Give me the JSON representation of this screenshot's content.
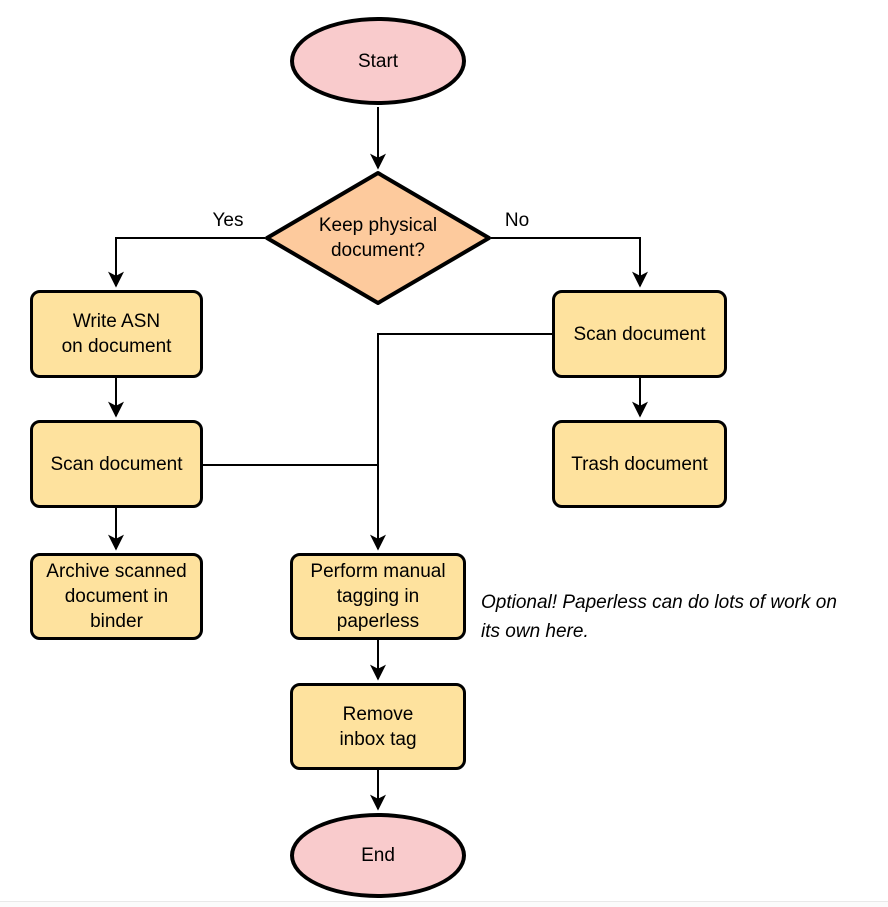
{
  "diagram": {
    "type": "flowchart",
    "colors": {
      "terminal-fill": "#f9cbcc",
      "decision-fill": "#fdca9d",
      "process-fill": "#fee29e",
      "stroke": "#000000",
      "text": "#000000"
    },
    "nodes": {
      "start": "Start",
      "decision": "Keep physical\ndocument?",
      "write_asn": "Write ASN\non document",
      "scan_left": "Scan document",
      "archive": "Archive scanned\ndocument in\nbinder",
      "scan_right": "Scan document",
      "trash": "Trash document",
      "tagging": "Perform manual\ntagging in\npaperless",
      "remove_tag": "Remove\ninbox tag",
      "end": "End"
    },
    "edge_labels": {
      "yes": "Yes",
      "no": "No"
    },
    "annotation": "Optional! Paperless can do lots of work on\nits own here."
  }
}
